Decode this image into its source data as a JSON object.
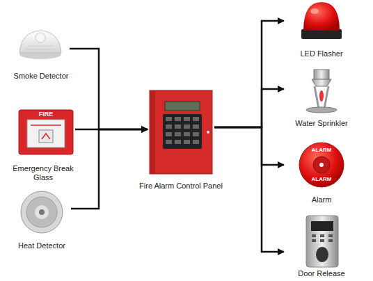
{
  "diagram": {
    "nodes": [
      {
        "text": [
          "Smoke Detector"
        ]
      },
      {
        "text": [
          "Emergency Break Glass"
        ]
      },
      {
        "text": [
          "Heat Detector"
        ]
      },
      {
        "text": [
          "Fire Alarm Control Panel"
        ]
      },
      {
        "text": [
          "LED Flasher"
        ]
      },
      {
        "text": [
          "Water Sprinkler"
        ]
      },
      {
        "text": [
          "Alarm"
        ]
      },
      {
        "text": [
          "Door Release"
        ]
      }
    ],
    "edges": [
      {
        "from": 0,
        "to": 3,
        "arrow": "to"
      },
      {
        "from": 1,
        "to": 3,
        "arrow": "to"
      },
      {
        "from": 2,
        "to": 3,
        "arrow": "to"
      },
      {
        "from": 3,
        "to": 4,
        "arrow": "to"
      },
      {
        "from": 3,
        "to": 5,
        "arrow": "to"
      },
      {
        "from": 3,
        "to": 6,
        "arrow": "to"
      },
      {
        "from": 3,
        "to": 7,
        "arrow": "to"
      }
    ],
    "labels": [
      "FIRE",
      "ALARM",
      "ALARM"
    ]
  }
}
